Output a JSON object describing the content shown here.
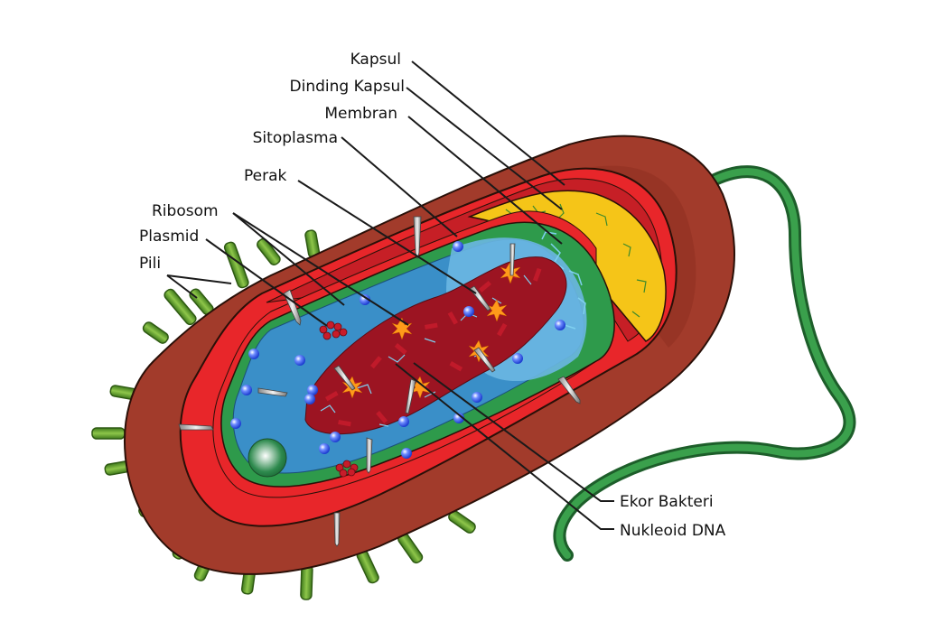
{
  "labels": {
    "kapsul": "Kapsul",
    "dinding_kapsul": "Dinding Kapsul",
    "membran": "Membran",
    "sitoplasma": "Sitoplasma",
    "perak": "Perak",
    "ribosom": "Ribosom",
    "plasmid": "Plasmid",
    "pili": "Pili",
    "ekor_bakteri": "Ekor Bakteri",
    "nukleoid_dna": "Nukleoid DNA"
  },
  "colors": {
    "capsule": "#a33c2c",
    "cell_wall": "#e8262a",
    "periplasm_yellow": "#f5c518",
    "membrane_green": "#2e9a4b",
    "cytoplasm": "#3a8fc8",
    "cytoplasm_light": "#6fb8e0",
    "nucleoid": "#9c1422",
    "flagellum": "#2e8b3d",
    "pili": "#5f9e2e",
    "ribosome": "#3b5bff"
  }
}
